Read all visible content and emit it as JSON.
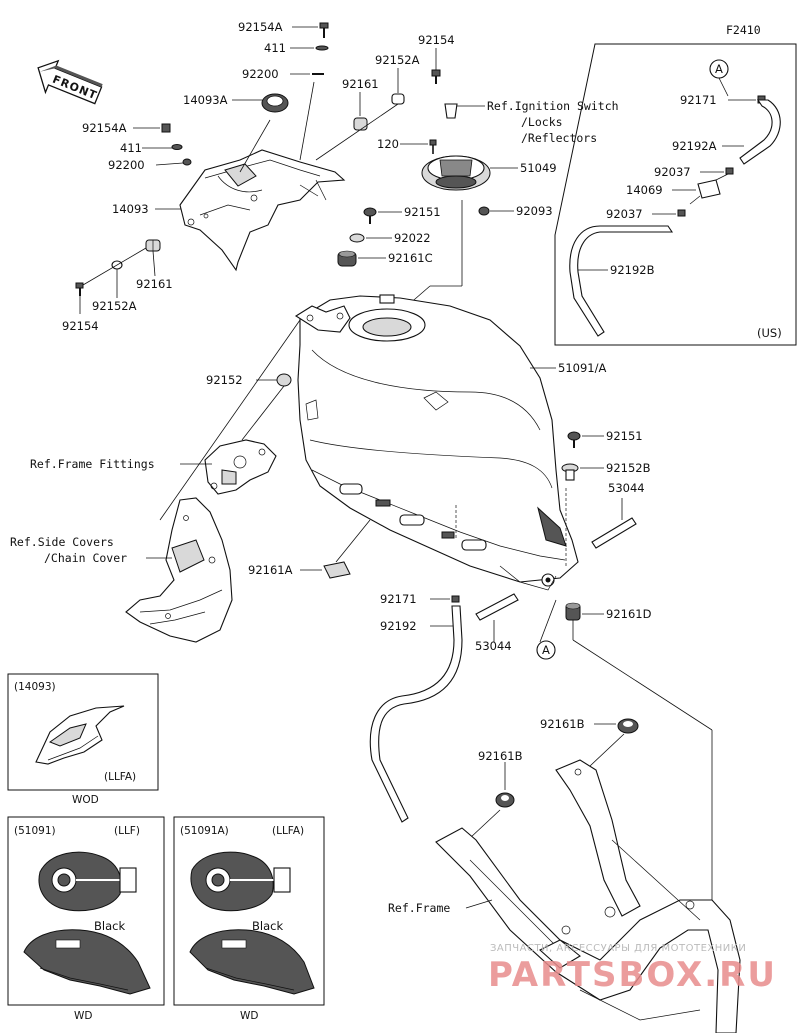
{
  "diagram_code": "F2410",
  "front_label": "FRONT",
  "callouts": {
    "c92154A_top": "92154A",
    "c411_top": "411",
    "c92154_top": "92154",
    "c92152A_top": "92152A",
    "c92200_top": "92200",
    "c92161_top": "92161",
    "c14093A": "14093A",
    "c92154A_left": "92154A",
    "c411_left": "411",
    "c92200_left": "92200",
    "c14093": "14093",
    "c92161_left": "92161",
    "c92152A_left": "92152A",
    "c92154_left": "92154",
    "c120": "120",
    "c51049": "51049",
    "c92093": "92093",
    "c92151_top": "92151",
    "c92022": "92022",
    "c92161C": "92161C",
    "c92152": "92152",
    "c51091A": "51091/A",
    "c92151_right": "92151",
    "c92152B": "92152B",
    "c53044_right": "53044",
    "c92161A": "92161A",
    "c92171_mid": "92171",
    "c92192_mid": "92192",
    "c53044_mid": "53044",
    "c92161D": "92161D",
    "c92161B_right": "92161B",
    "c92161B_mid": "92161B",
    "c92171_us": "92171",
    "c92192A": "92192A",
    "c92037_a": "92037",
    "c14069": "14069",
    "c92037_b": "92037",
    "c92192B": "92192B"
  },
  "references": {
    "ignition_1": "Ref.Ignition Switch",
    "ignition_2": "/Locks",
    "ignition_3": "/Reflectors",
    "frame_fittings": "Ref.Frame Fittings",
    "side_covers_1": "Ref.Side Covers",
    "side_covers_2": "/Chain Cover",
    "frame": "Ref.Frame"
  },
  "marker_a": "A",
  "us_box": {
    "label": "(US)"
  },
  "inset_14093": {
    "part": "(14093)",
    "variant": "(LLFA)",
    "caption": "WOD"
  },
  "inset_51091": {
    "part": "(51091)",
    "variant": "(LLF)",
    "color": "Black",
    "caption": "WD"
  },
  "inset_51091A": {
    "part": "(51091A)",
    "variant": "(LLFA)",
    "color": "Black",
    "caption": "WD"
  },
  "watermark": {
    "line1": "ЗАПЧАСТИ, АКСЕССУАРЫ ДЛЯ МОТОТЕХНИКИ",
    "line2": "PARTSBOX.RU"
  }
}
